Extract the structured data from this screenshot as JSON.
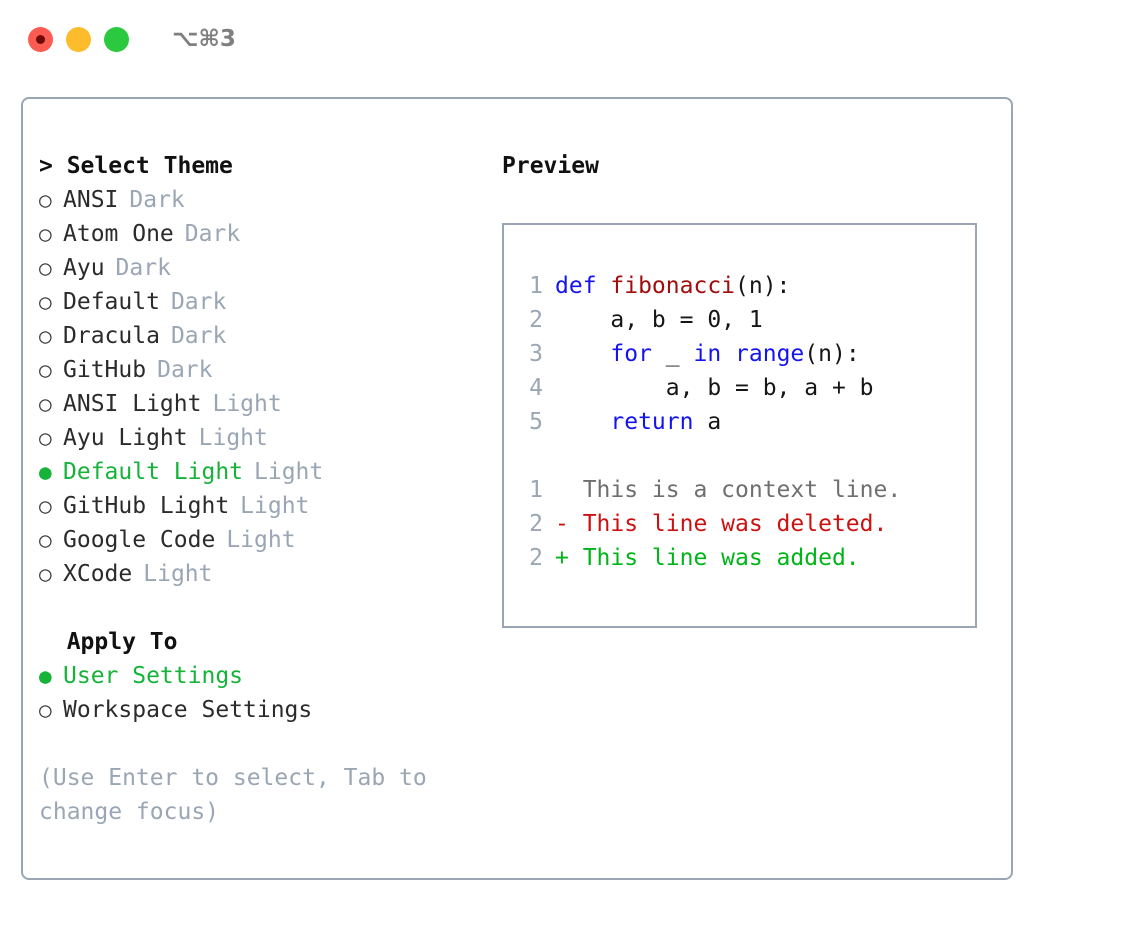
{
  "titlebar": {
    "shortcut": "⌥⌘3",
    "lights": [
      {
        "name": "close",
        "color": "#fc5b52"
      },
      {
        "name": "minimize",
        "color": "#fdbc2c"
      },
      {
        "name": "maximize",
        "color": "#2ac940"
      }
    ]
  },
  "theme_section": {
    "header": "> Select Theme",
    "items": [
      {
        "bullet": "○",
        "label": "ANSI",
        "tag": "Dark",
        "selected": false
      },
      {
        "bullet": "○",
        "label": "Atom One",
        "tag": "Dark",
        "selected": false
      },
      {
        "bullet": "○",
        "label": "Ayu",
        "tag": "Dark",
        "selected": false
      },
      {
        "bullet": "○",
        "label": "Default",
        "tag": "Dark",
        "selected": false
      },
      {
        "bullet": "○",
        "label": "Dracula",
        "tag": "Dark",
        "selected": false
      },
      {
        "bullet": "○",
        "label": "GitHub",
        "tag": "Dark",
        "selected": false
      },
      {
        "bullet": "○",
        "label": "ANSI Light",
        "tag": "Light",
        "selected": false
      },
      {
        "bullet": "○",
        "label": "Ayu Light",
        "tag": "Light",
        "selected": false
      },
      {
        "bullet": "●",
        "label": "Default Light",
        "tag": "Light",
        "selected": true
      },
      {
        "bullet": "○",
        "label": "GitHub Light",
        "tag": "Light",
        "selected": false
      },
      {
        "bullet": "○",
        "label": "Google Code",
        "tag": "Light",
        "selected": false
      },
      {
        "bullet": "○",
        "label": "XCode",
        "tag": "Light",
        "selected": false
      }
    ]
  },
  "apply_section": {
    "header": "  Apply To",
    "items": [
      {
        "bullet": "●",
        "label": "User Settings",
        "tag": "",
        "selected": true
      },
      {
        "bullet": "○",
        "label": "Workspace Settings",
        "tag": "",
        "selected": false
      }
    ]
  },
  "hint": "(Use Enter to select, Tab to change focus)",
  "preview": {
    "title": "Preview",
    "code_lines": [
      {
        "num": "1",
        "tokens": [
          {
            "t": "def ",
            "k": "kw"
          },
          {
            "t": "fibonacci",
            "k": "fn"
          },
          {
            "t": "(n):",
            "k": "plain"
          }
        ]
      },
      {
        "num": "2",
        "tokens": [
          {
            "t": "    a, b = 0, 1",
            "k": "plain"
          }
        ]
      },
      {
        "num": "3",
        "tokens": [
          {
            "t": "    ",
            "k": "plain"
          },
          {
            "t": "for",
            "k": "kw"
          },
          {
            "t": " _ ",
            "k": "plain"
          },
          {
            "t": "in",
            "k": "kw"
          },
          {
            "t": " ",
            "k": "plain"
          },
          {
            "t": "range",
            "k": "kw"
          },
          {
            "t": "(n):",
            "k": "plain"
          }
        ]
      },
      {
        "num": "4",
        "tokens": [
          {
            "t": "        a, b = b, a + b",
            "k": "plain"
          }
        ]
      },
      {
        "num": "5",
        "tokens": [
          {
            "t": "    ",
            "k": "plain"
          },
          {
            "t": "return",
            "k": "kw"
          },
          {
            "t": " a",
            "k": "plain"
          }
        ]
      }
    ],
    "diff_lines": [
      {
        "num": "1",
        "text": "  This is a context line.",
        "kind": "ctx"
      },
      {
        "num": "2",
        "text": "- This line was deleted.",
        "kind": "del"
      },
      {
        "num": "2",
        "text": "+ This line was added.",
        "kind": "add"
      }
    ]
  },
  "colors": {
    "accent_green": "#16b339",
    "muted": "#9aa6b4",
    "keyword_blue": "#1414f0",
    "function_red": "#a10c0c",
    "diff_add": "#00b517",
    "diff_del": "#cc1111",
    "border": "#9aa6b4"
  }
}
